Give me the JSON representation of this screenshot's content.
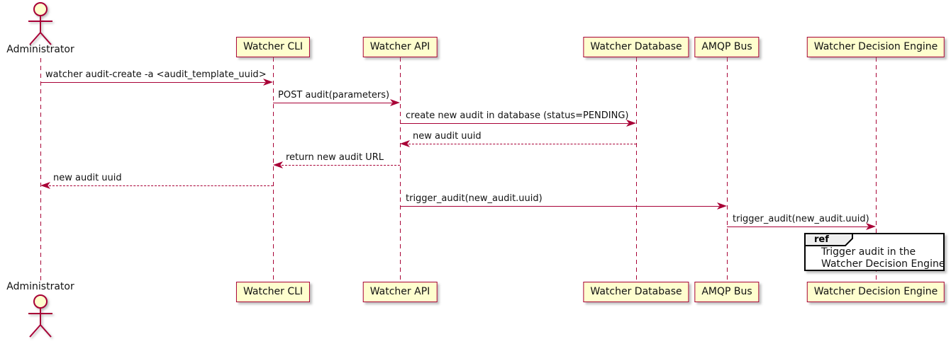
{
  "diagram": {
    "kind": "sequence-diagram"
  },
  "colors": {
    "background": "#FFFFFF",
    "participant_fill": "#FEFECE",
    "participant_border": "#A80036",
    "line": "#A80036",
    "text": "#111111",
    "ref_fill": "#FFFFFF",
    "ref_border": "#000000",
    "ref_tab_fill": "#EEEEEE"
  },
  "participants": [
    {
      "id": "administrator",
      "label": "Administrator",
      "type": "actor"
    },
    {
      "id": "watcher-cli",
      "label": "Watcher CLI",
      "type": "participant"
    },
    {
      "id": "watcher-api",
      "label": "Watcher API",
      "type": "participant"
    },
    {
      "id": "watcher-database",
      "label": "Watcher Database",
      "type": "participant"
    },
    {
      "id": "amqp-bus",
      "label": "AMQP Bus",
      "type": "participant"
    },
    {
      "id": "watcher-decision-engine",
      "label": "Watcher Decision Engine",
      "type": "participant"
    }
  ],
  "messages": [
    {
      "from": "Administrator",
      "to": "Watcher CLI",
      "line": "solid",
      "label": "watcher audit-create -a <audit_template_uuid>"
    },
    {
      "from": "Watcher CLI",
      "to": "Watcher API",
      "line": "solid",
      "label": "POST audit(parameters)"
    },
    {
      "from": "Watcher API",
      "to": "Watcher Database",
      "line": "solid",
      "label": "create new audit in database (status=PENDING)"
    },
    {
      "from": "Watcher Database",
      "to": "Watcher API",
      "line": "dashed",
      "label": "new audit uuid"
    },
    {
      "from": "Watcher API",
      "to": "Watcher CLI",
      "line": "dashed",
      "label": "return new audit URL"
    },
    {
      "from": "Watcher CLI",
      "to": "Administrator",
      "line": "dashed",
      "label": "new audit uuid"
    },
    {
      "from": "Watcher API",
      "to": "AMQP Bus",
      "line": "solid",
      "label": "trigger_audit(new_audit.uuid)"
    },
    {
      "from": "AMQP Bus",
      "to": "Watcher Decision Engine",
      "line": "solid",
      "label": "trigger_audit(new_audit.uuid)"
    }
  ],
  "ref_fragment": {
    "keyword": "ref",
    "over": "Watcher Decision Engine",
    "lines": [
      "Trigger audit in the",
      "Watcher Decision Engine"
    ]
  }
}
